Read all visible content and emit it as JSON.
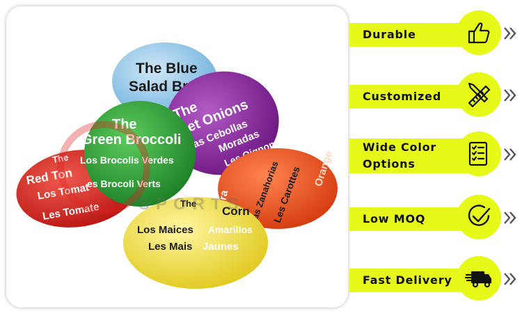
{
  "photo": {
    "balls": [
      {
        "name": "blue",
        "line1": "The Blue",
        "line2": "Salad Br"
      },
      {
        "name": "purple",
        "line1": "The",
        "line2": "et Onions",
        "line3": "as Cebollas",
        "line4": "Moradas",
        "line5": "Les Oignon"
      },
      {
        "name": "green",
        "line1": "The",
        "line2": "Green Broccoli",
        "line3": "Los Brocolis Verdes",
        "line4": "es Brocoli Verts"
      },
      {
        "name": "red",
        "line1": "The",
        "line2": "Red Ton",
        "line3": "Los Tomat",
        "line4": "Les Tomate"
      },
      {
        "name": "orange",
        "line1": "Ora",
        "line2": "Las Zanahorias",
        "line3": "Les Carottes",
        "line4": "Orange"
      },
      {
        "name": "yellow",
        "line1": "The",
        "line2": "Corn",
        "line3": "Los Maices",
        "line4": "Amarillos",
        "line5": "Les Mais",
        "line6": "Jaunes"
      }
    ],
    "watermark": "SPORTS"
  },
  "features": [
    {
      "label": "Durable",
      "icon": "thumbs-up-icon"
    },
    {
      "label": "Customized",
      "icon": "pencil-ruler-icon"
    },
    {
      "label": "Wide Color\nOptions",
      "icon": "checklist-icon"
    },
    {
      "label": "Low MOQ",
      "icon": "checkmark-circle-icon"
    },
    {
      "label": "Fast Delivery",
      "icon": "delivery-truck-icon"
    }
  ],
  "colors": {
    "accent": "#e6f919",
    "text": "#111111",
    "blue_ball": "#8ec4e6",
    "purple_ball": "#8e2aa4",
    "green_ball": "#2ea83a",
    "red_ball": "#d8241f",
    "orange_ball": "#f0541e",
    "yellow_ball": "#f0e03a"
  }
}
